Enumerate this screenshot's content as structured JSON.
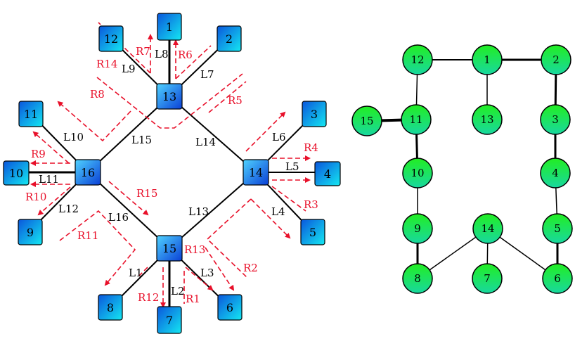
{
  "colors": {
    "router_grad_light": "#4fd3ff",
    "router_grad_dark": "#0a3fd6",
    "leaf_grad_light": "#14e8f2",
    "leaf_grad_dark": "#0a56dc",
    "circle_top": "#22ee22",
    "circle_bottom": "#18d8a0",
    "link": "#000000",
    "route": "#e8102a"
  },
  "left_diagram": {
    "routers": [
      {
        "id": "13",
        "label": "13"
      },
      {
        "id": "14",
        "label": "14"
      },
      {
        "id": "15",
        "label": "15"
      },
      {
        "id": "16",
        "label": "16"
      }
    ],
    "leaves": [
      {
        "id": "1",
        "label": "1"
      },
      {
        "id": "2",
        "label": "2"
      },
      {
        "id": "3",
        "label": "3"
      },
      {
        "id": "4",
        "label": "4"
      },
      {
        "id": "5",
        "label": "5"
      },
      {
        "id": "6",
        "label": "6"
      },
      {
        "id": "7",
        "label": "7"
      },
      {
        "id": "8",
        "label": "8"
      },
      {
        "id": "9",
        "label": "9"
      },
      {
        "id": "10",
        "label": "10"
      },
      {
        "id": "11",
        "label": "11"
      },
      {
        "id": "12",
        "label": "12"
      }
    ],
    "link_labels": [
      "L1",
      "L2",
      "L3",
      "L4",
      "L5",
      "L6",
      "L7",
      "L8",
      "L9",
      "L10",
      "L11",
      "L12",
      "L13",
      "L14",
      "L15",
      "L16"
    ],
    "route_labels": [
      "R1",
      "R2",
      "R3",
      "R4",
      "R5",
      "R6",
      "R7",
      "R8",
      "R9",
      "R10",
      "R11",
      "R12",
      "R13",
      "R14",
      "R15"
    ]
  },
  "right_diagram": {
    "nodes": [
      "1",
      "2",
      "3",
      "4",
      "5",
      "6",
      "7",
      "8",
      "9",
      "10",
      "11",
      "12",
      "13",
      "14",
      "15"
    ]
  }
}
